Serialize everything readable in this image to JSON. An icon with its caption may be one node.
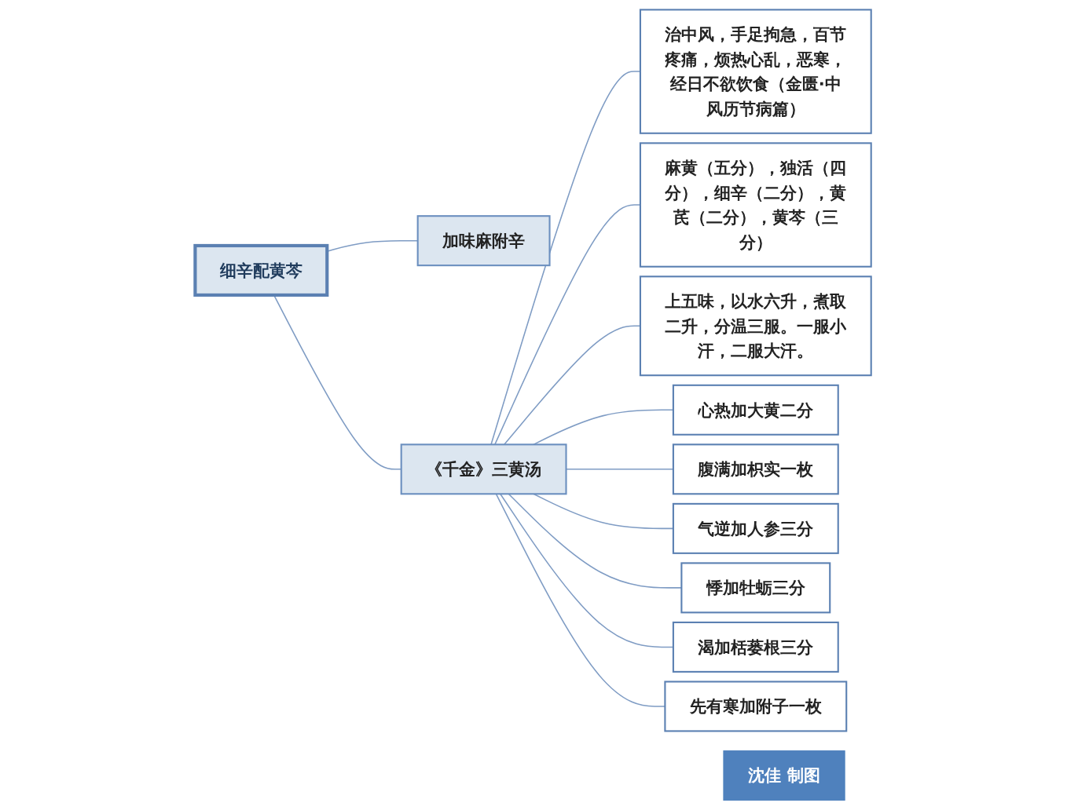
{
  "diagram": {
    "nodes": [
      {
        "text": [
          "细辛配黄芩"
        ]
      },
      {
        "text": [
          "加味麻附辛"
        ]
      },
      {
        "text": [
          "《千金》三黄汤"
        ]
      },
      {
        "text": [
          "治中风，手足拘急，百节疼痛，烦热心乱，恶寒，经日不欲饮食（金匮·中风历节病篇）"
        ]
      },
      {
        "text": [
          "麻黄（五分），独活（四分），细辛（二分），黄芪（二分），黄芩（三分）"
        ]
      },
      {
        "text": [
          "上五味，以水六升，煮取二升，分温三服。一服小汗，二服大汗。"
        ]
      },
      {
        "text": [
          "心热加大黄二分"
        ]
      },
      {
        "text": [
          "腹满加枳实一枚"
        ]
      },
      {
        "text": [
          "气逆加人参三分"
        ]
      },
      {
        "text": [
          "悸加牡蛎三分"
        ]
      },
      {
        "text": [
          "渴加栝蒌根三分"
        ]
      },
      {
        "text": [
          "先有寒加附子一枚"
        ]
      },
      {
        "text": [
          "沈佳 制图"
        ]
      }
    ],
    "edges": [
      {
        "from": 0,
        "to": 1,
        "arrow": "none"
      },
      {
        "from": 0,
        "to": 2,
        "arrow": "none"
      },
      {
        "from": 2,
        "to": 3,
        "arrow": "none"
      },
      {
        "from": 2,
        "to": 4,
        "arrow": "none"
      },
      {
        "from": 2,
        "to": 5,
        "arrow": "none"
      },
      {
        "from": 2,
        "to": 6,
        "arrow": "none"
      },
      {
        "from": 2,
        "to": 7,
        "arrow": "none"
      },
      {
        "from": 2,
        "to": 8,
        "arrow": "none"
      },
      {
        "from": 2,
        "to": 9,
        "arrow": "none"
      },
      {
        "from": 2,
        "to": 10,
        "arrow": "none"
      },
      {
        "from": 2,
        "to": 11,
        "arrow": "none"
      }
    ]
  }
}
